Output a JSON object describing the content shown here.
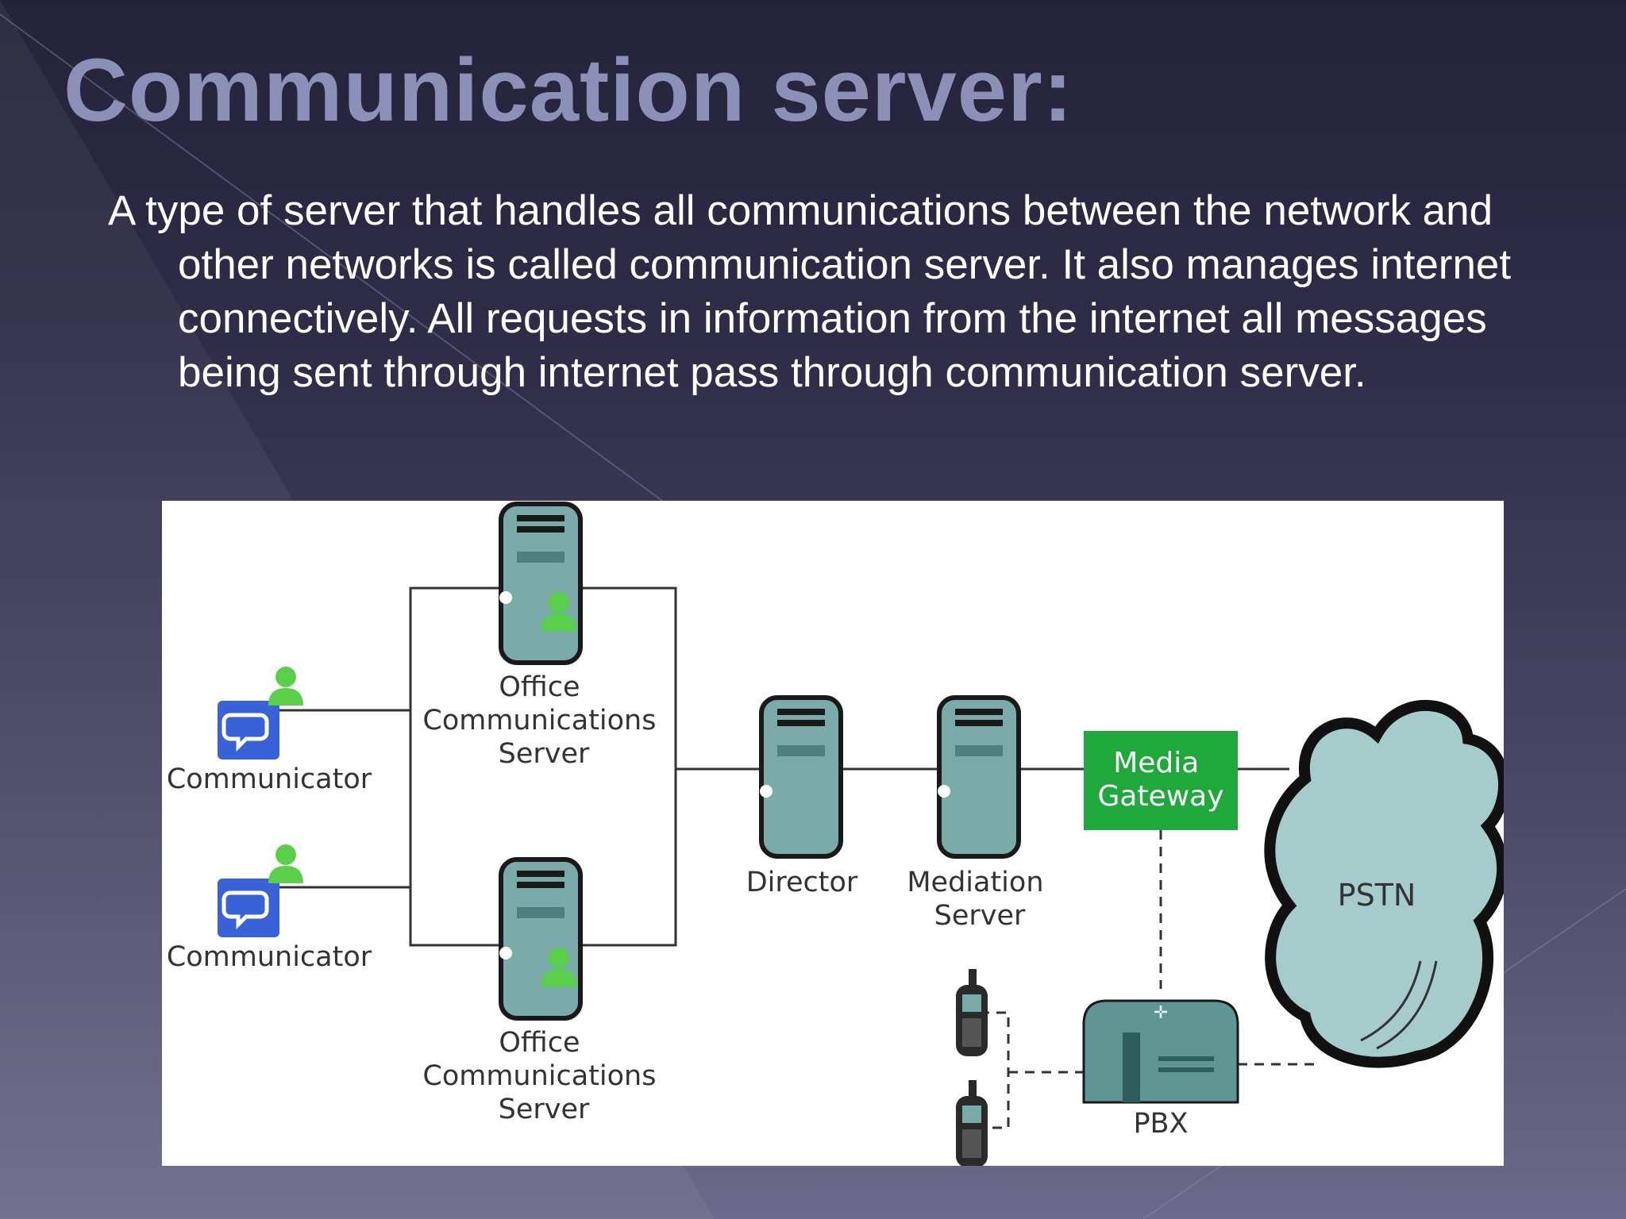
{
  "slide": {
    "title": "Communication server:",
    "body": "A type of server that handles all communications between the network and other networks is called communication server. It also manages internet connectively. All requests in information from the internet all messages being sent through internet pass through communication server."
  },
  "diagram": {
    "communicator_top": "Communicator",
    "communicator_bottom": "Communicator",
    "ocs_top": [
      "Office",
      "Communications",
      "Server"
    ],
    "ocs_bottom": [
      "Office",
      "Communications",
      "Server"
    ],
    "director": "Director",
    "mediation_server": [
      "Mediation",
      "Server"
    ],
    "media_gateway": [
      "Media",
      "Gateway"
    ],
    "pstn": "PSTN",
    "pbx": "PBX"
  },
  "colors": {
    "title": "#8c90b6",
    "body_text": "#ffffff",
    "server_fill": "#7aaba8",
    "server_stroke": "#1a1a1a",
    "media_gateway": "#1fa83c",
    "cloud_fill": "#a5cccb",
    "user_green": "#5ad04a",
    "communicator_blue": "#3a62d8"
  }
}
